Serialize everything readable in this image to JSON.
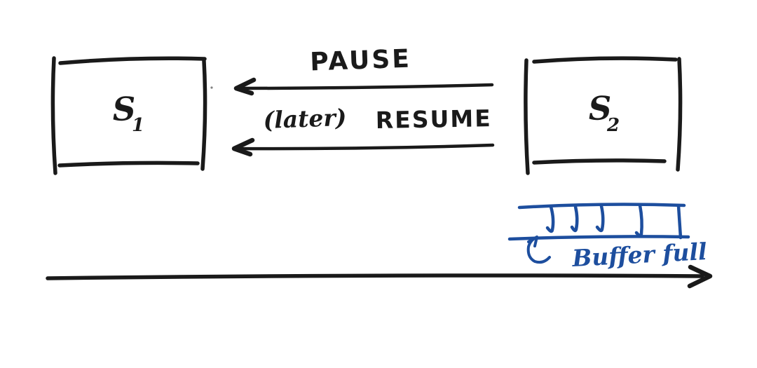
{
  "page": {
    "background": "#ffffff"
  },
  "diagram": {
    "type": "hand-drawn-sequence-sketch",
    "nodes": {
      "s1": {
        "base": "S",
        "sub": "1"
      },
      "s2": {
        "base": "S",
        "sub": "2"
      }
    },
    "messages": [
      {
        "label": "PAUSE",
        "from": "S2",
        "to": "S1",
        "direction": "left"
      },
      {
        "prefix": "(later)",
        "label": "RESUME",
        "from": "S2",
        "to": "S1",
        "direction": "left"
      }
    ],
    "buffer": {
      "label": "Buffer full",
      "tick_count": 5,
      "attached_to": "S2"
    },
    "timeline": {
      "direction": "right"
    },
    "colors": {
      "ink": "#1a1a1a",
      "blue": "#1d4e9e"
    }
  }
}
